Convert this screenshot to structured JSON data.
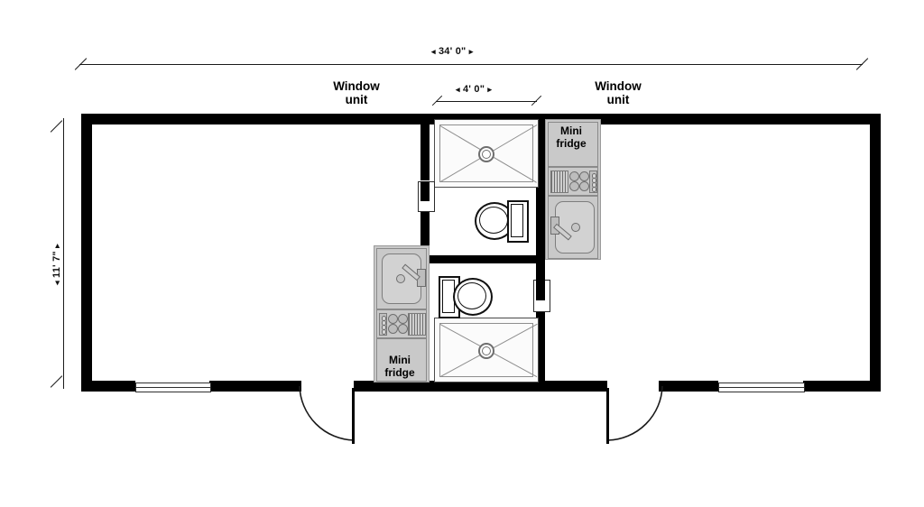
{
  "document": {
    "type": "architectural-floor-plan",
    "title": "Modular bunkhouse floor plan"
  },
  "dimensions": {
    "overall_width": {
      "label": "34' 0\"",
      "arrow_left": "◂",
      "arrow_right": "▸"
    },
    "overall_height": {
      "label": "11' 7\"",
      "arrow_left": "◂",
      "arrow_right": "▸"
    },
    "center_bay_width": {
      "label": "4' 0\"",
      "arrow_left": "◂",
      "arrow_right": "▸"
    }
  },
  "labels": {
    "window_unit_left": "Window\nunit",
    "window_unit_right": "Window\nunit",
    "mini_fridge_right": "Mini\nfridge",
    "mini_fridge_left": "Mini\nfridge"
  },
  "fixtures": [
    {
      "name": "shower-top",
      "type": "shower-pan"
    },
    {
      "name": "shower-bottom",
      "type": "shower-pan"
    },
    {
      "name": "toilet-top",
      "type": "toilet",
      "tank_side": "right"
    },
    {
      "name": "toilet-bottom",
      "type": "toilet",
      "tank_side": "left"
    },
    {
      "name": "kitchenette-right",
      "type": "kitchenette",
      "order": "fridge-cooktop-sink"
    },
    {
      "name": "kitchenette-left",
      "type": "kitchenette",
      "order": "sink-cooktop-fridge"
    }
  ],
  "openings": {
    "entry_door_left": {
      "type": "swing-door",
      "hinge": "left"
    },
    "entry_door_right": {
      "type": "swing-door",
      "hinge": "right"
    },
    "bath_door_top": {
      "type": "interior-door"
    },
    "bath_door_bottom": {
      "type": "interior-door"
    },
    "window_left": {
      "type": "window"
    },
    "window_right": {
      "type": "window"
    }
  },
  "colors": {
    "wall": "#000000",
    "appliance": "#c9c9c9",
    "fixture_outline": "#4a4a4a",
    "background": "#ffffff"
  }
}
